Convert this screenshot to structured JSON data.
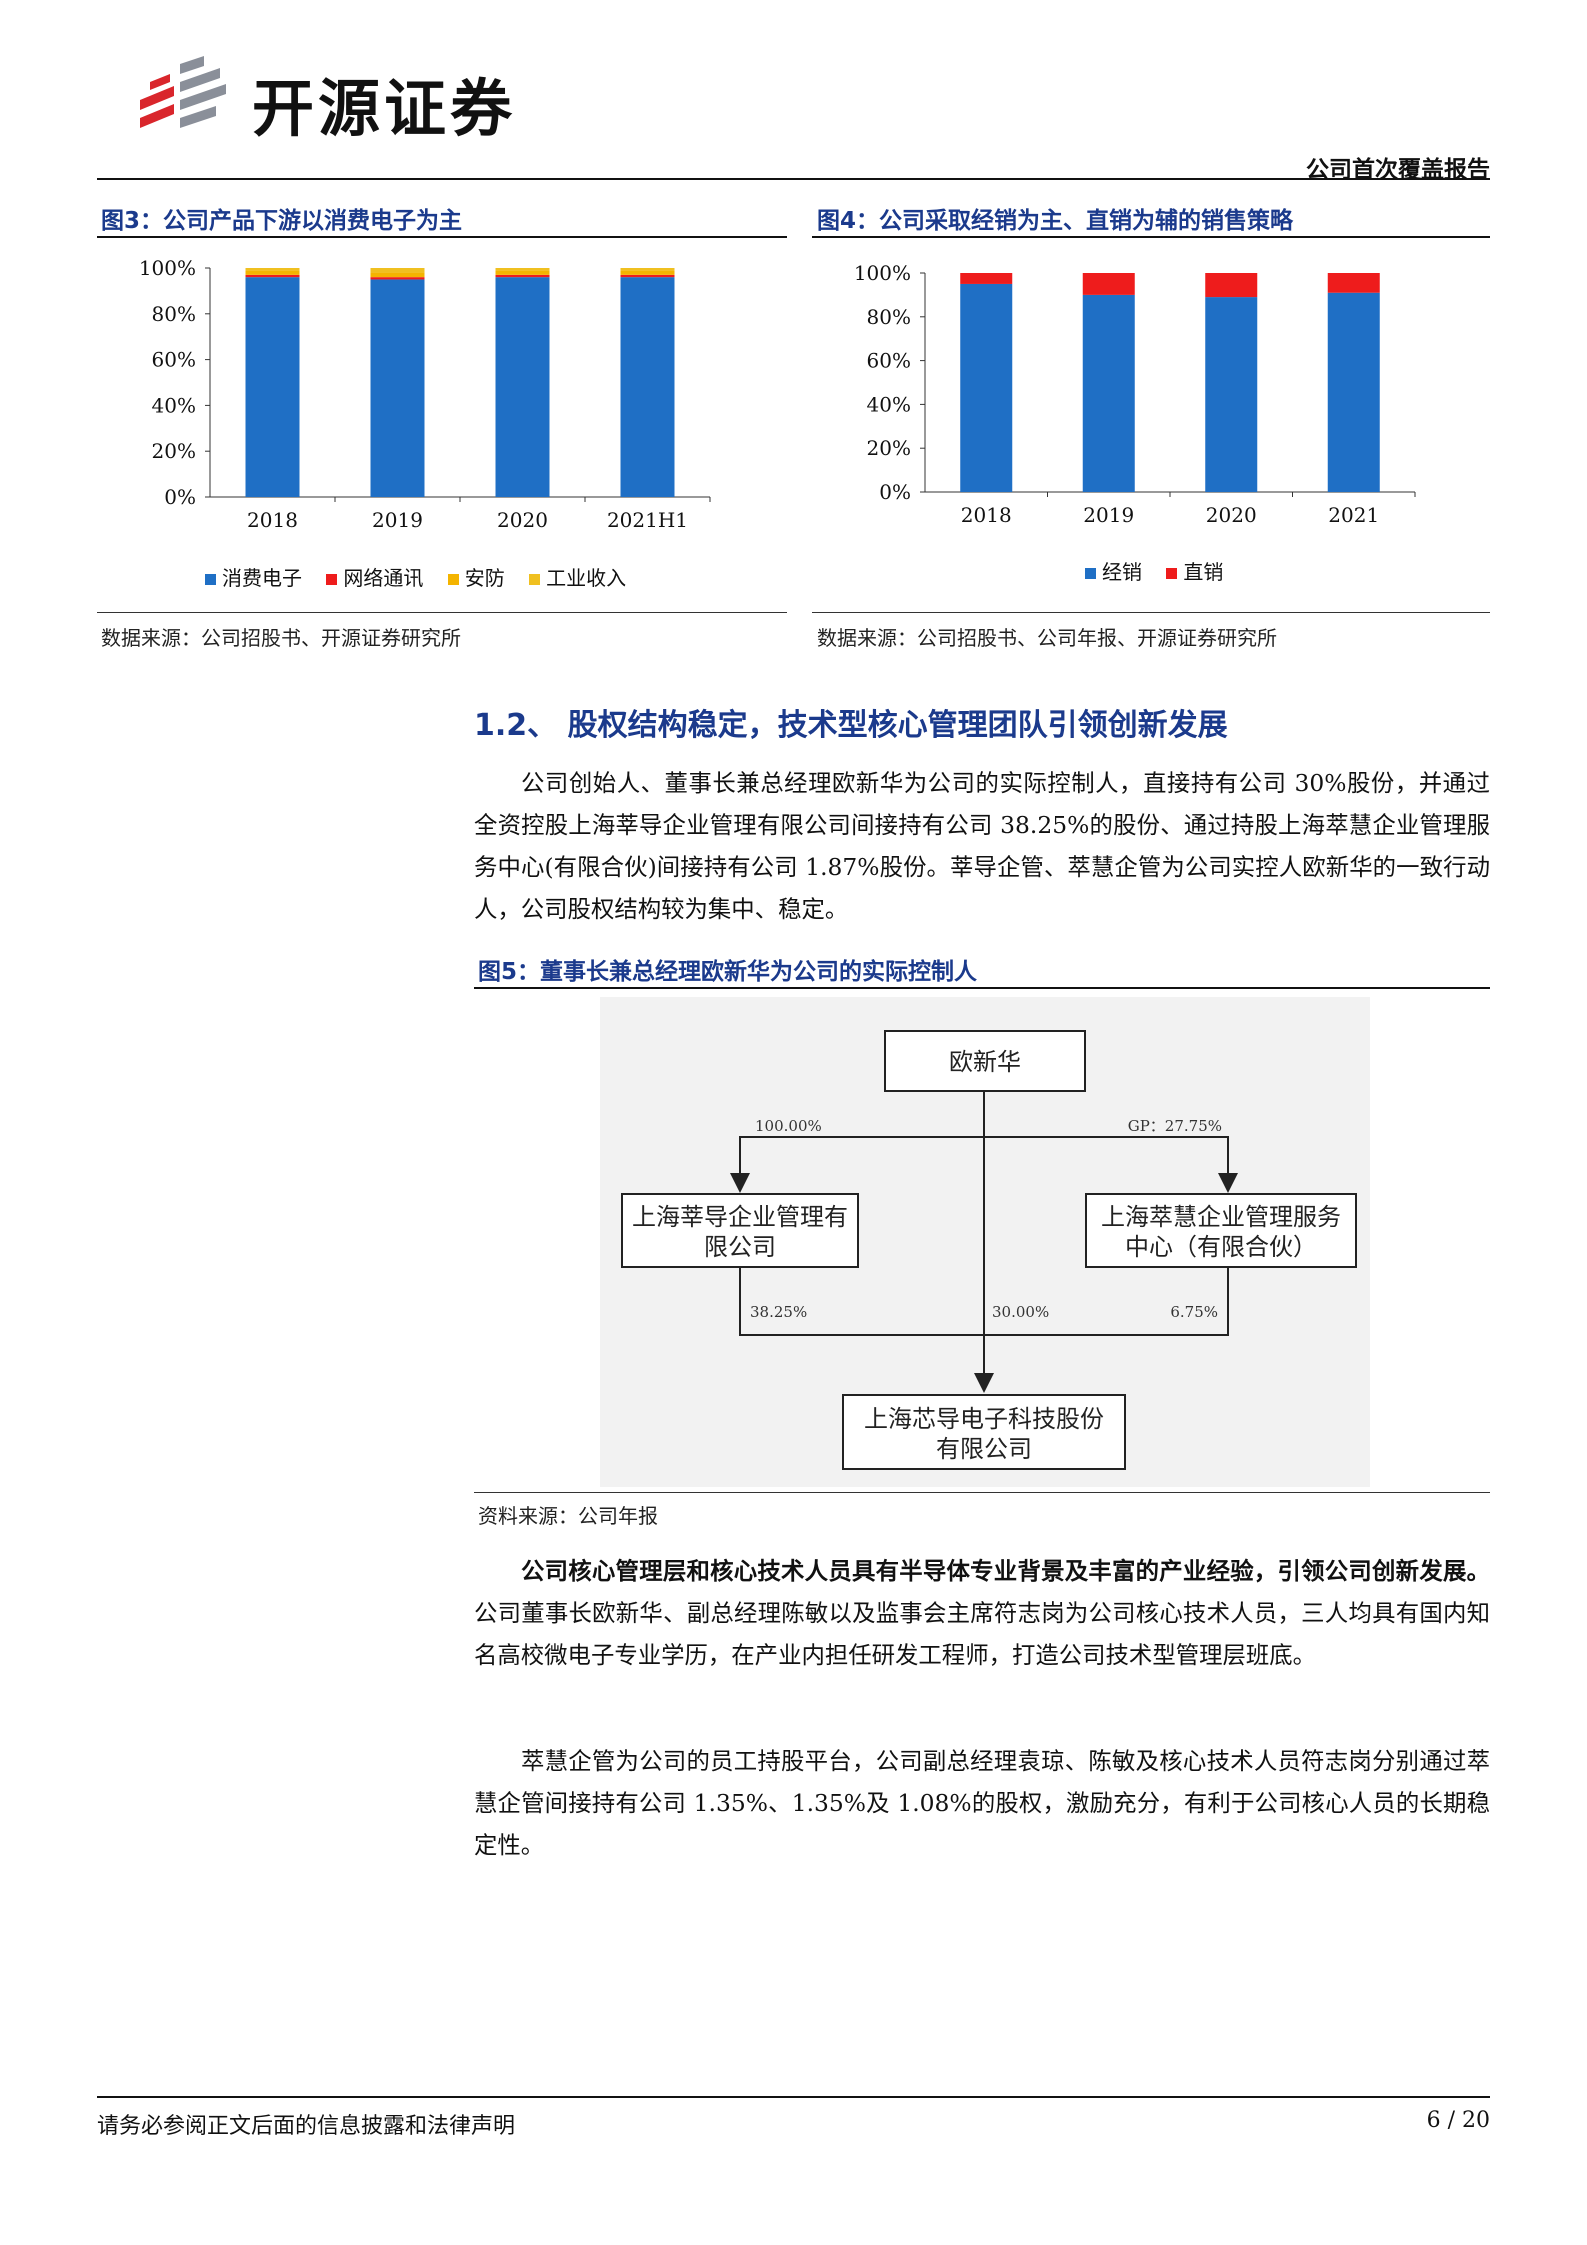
{
  "header": {
    "brand": "开源证券",
    "report_type": "公司首次覆盖报告",
    "logo_icon": "kaiyuan-logo-icon"
  },
  "figure3": {
    "title": "图3：公司产品下游以消费电子为主",
    "source": "数据来源：公司招股书、开源证券研究所",
    "chart_data": {
      "type": "bar",
      "stacked": true,
      "categories": [
        "2018",
        "2019",
        "2020",
        "2021H1"
      ],
      "series": [
        {
          "name": "消费电子",
          "color": "#1f6fc5",
          "values": [
            96,
            95,
            96,
            96
          ]
        },
        {
          "name": "网络通讯",
          "color": "#ee1c1c",
          "values": [
            1,
            1,
            1,
            1
          ]
        },
        {
          "name": "安防",
          "color": "#f4b400",
          "values": [
            2,
            2,
            2,
            2
          ]
        },
        {
          "name": "工业收入",
          "color": "#f0c020",
          "values": [
            1,
            2,
            1,
            1
          ]
        }
      ],
      "ylim": [
        0,
        100
      ],
      "yticks": [
        "0%",
        "20%",
        "40%",
        "60%",
        "80%",
        "100%"
      ],
      "legend": "bottom"
    }
  },
  "figure4": {
    "title": "图4：公司采取经销为主、直销为辅的销售策略",
    "source": "数据来源：公司招股书、公司年报、开源证券研究所",
    "chart_data": {
      "type": "bar",
      "stacked": true,
      "categories": [
        "2018",
        "2019",
        "2020",
        "2021"
      ],
      "series": [
        {
          "name": "经销",
          "color": "#1f6fc5",
          "values": [
            95,
            90,
            89,
            91
          ]
        },
        {
          "name": "直销",
          "color": "#ee1c1c",
          "values": [
            5,
            10,
            11,
            9
          ]
        }
      ],
      "ylim": [
        0,
        100
      ],
      "yticks": [
        "0%",
        "20%",
        "40%",
        "60%",
        "80%",
        "100%"
      ],
      "legend": "bottom"
    }
  },
  "section": {
    "heading": "1.2、 股权结构稳定，技术型核心管理团队引领创新发展",
    "para1": "公司创始人、董事长兼总经理欧新华为公司的实际控制人，直接持有公司 30%股份，并通过全资控股上海莘导企业管理有限公司间接持有公司 38.25%的股份、通过持股上海萃慧企业管理服务中心(有限合伙)间接持有公司 1.87%股份。莘导企管、萃慧企管为公司实控人欧新华的一致行动人，公司股权结构较为集中、稳定。",
    "para2_bold": "公司核心管理层和核心技术人员具有半导体专业背景及丰富的产业经验，引领公司创新发展。",
    "para2_rest": "公司董事长欧新华、副总经理陈敏以及监事会主席符志岗为公司核心技术人员，三人均具有国内知名高校微电子专业学历，在产业内担任研发工程师，打造公司技术型管理层班底。",
    "para3": "萃慧企管为公司的员工持股平台，公司副总经理袁琼、陈敏及核心技术人员符志岗分别通过萃慧企管间接持有公司 1.35%、1.35%及 1.08%的股权，激励充分，有利于公司核心人员的长期稳定性。"
  },
  "figure5": {
    "title": "图5：董事长兼总经理欧新华为公司的实际控制人",
    "source": "资料来源：公司年报",
    "nodes": {
      "top": "欧新华",
      "left_line1": "上海莘导企业管理有",
      "left_line2": "限公司",
      "right_line1": "上海萃慧企业管理服务",
      "right_line2": "中心（有限合伙）",
      "bottom_line1": "上海芯导电子科技股份",
      "bottom_line2": "有限公司"
    },
    "edges": {
      "to_left": "100.00%",
      "to_right": "GP：27.75%",
      "left_to_bottom": "38.25%",
      "top_to_bottom": "30.00%",
      "right_to_bottom": "6.75%"
    }
  },
  "footer": {
    "disclaimer": "请务必参阅正文后面的信息披露和法律声明",
    "page": "6 / 20"
  }
}
